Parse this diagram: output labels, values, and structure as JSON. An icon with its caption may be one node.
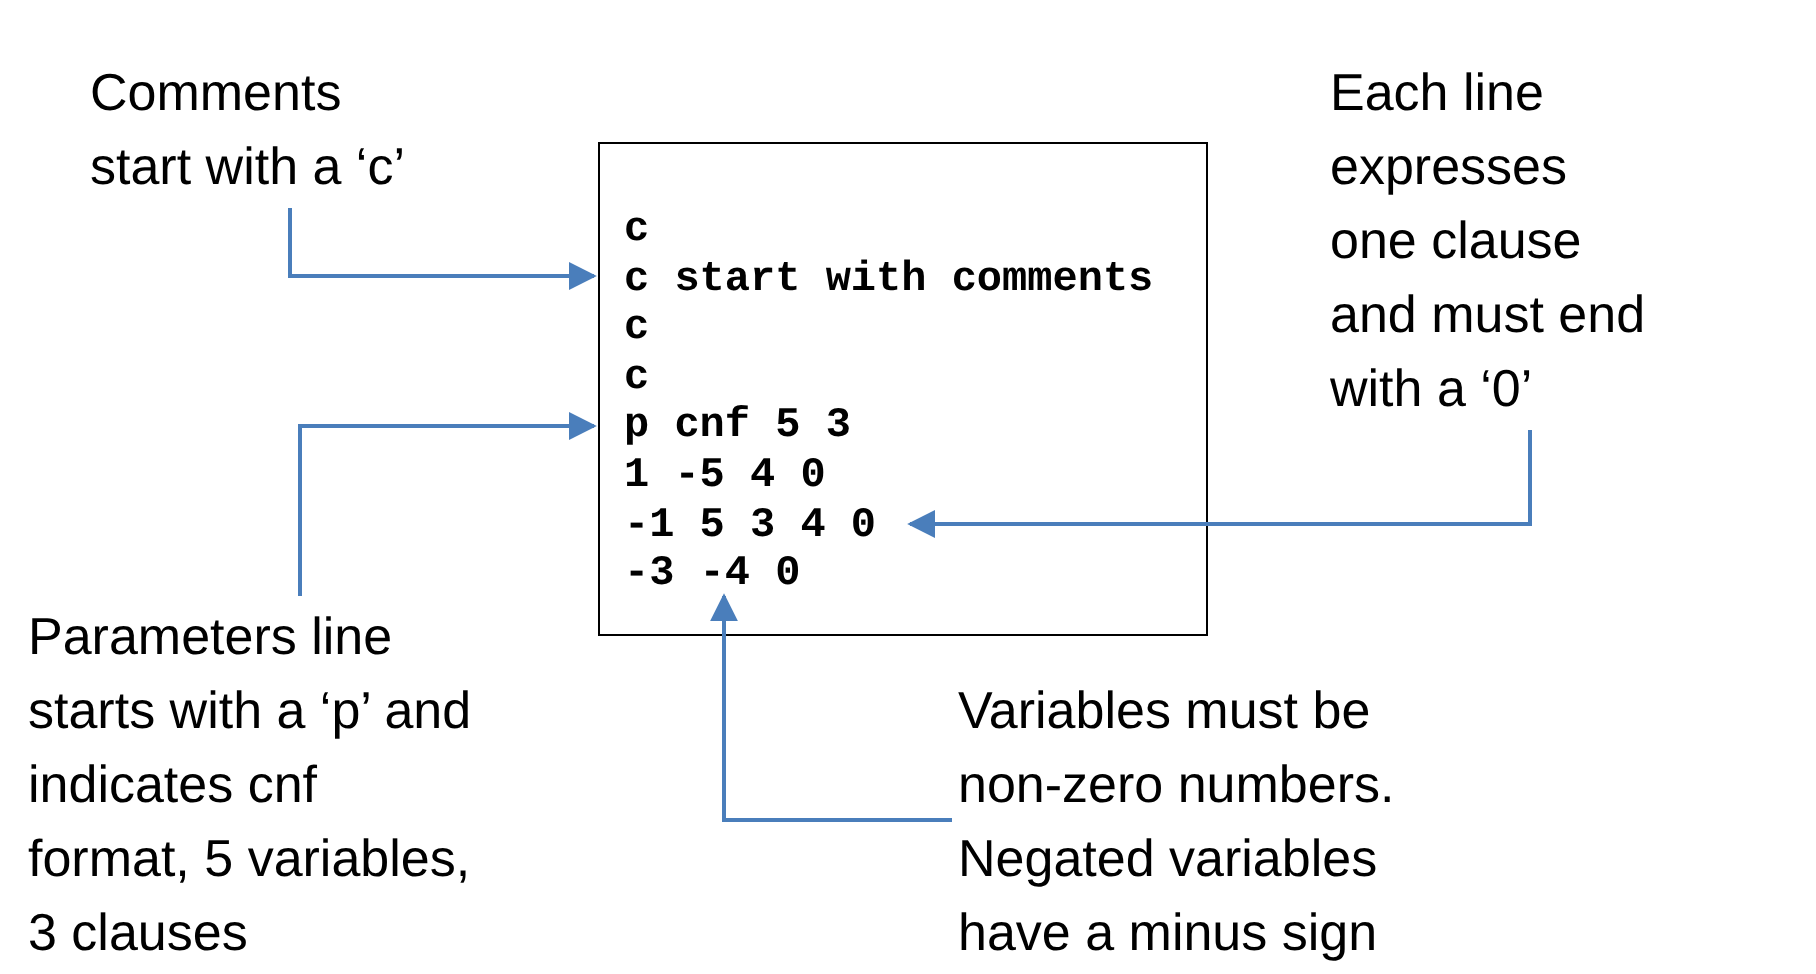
{
  "diagram": {
    "nodes": [
      {
        "text": [
          "Comments start with a ‘c’"
        ]
      },
      {
        "text": [
          "c",
          "c start with comments",
          "c",
          "c",
          "p cnf 5 3",
          "1 -5 4 0",
          "-1 5 3 4 0",
          "-3 -4 0"
        ]
      },
      {
        "text": [
          "Each line expresses one clause and must end with a ‘0’"
        ]
      },
      {
        "text": [
          "Parameters line starts with a ‘p’ and indicates cnf format, 5 variables, 3 clauses"
        ]
      },
      {
        "text": [
          "Variables must be non-zero numbers. Negated variables have a minus sign"
        ]
      }
    ],
    "edges": [
      {
        "from": 0,
        "to": 1,
        "arrow": "to"
      },
      {
        "from": 3,
        "to": 1,
        "arrow": "to"
      },
      {
        "from": 2,
        "to": 1,
        "arrow": "to"
      },
      {
        "from": 4,
        "to": 1,
        "arrow": "to"
      }
    ]
  }
}
